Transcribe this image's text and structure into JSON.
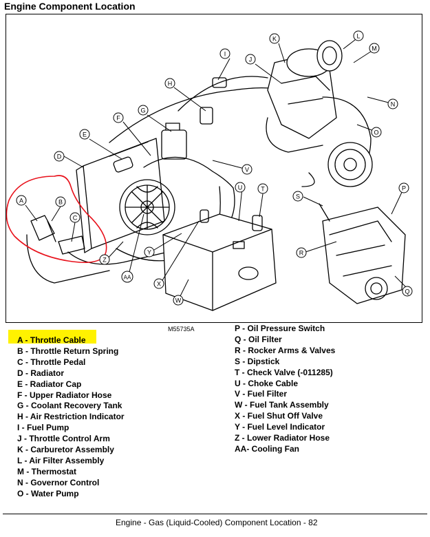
{
  "title": "Engine Component Location",
  "figure_id": "M55735A",
  "callouts": [
    "A",
    "B",
    "C",
    "D",
    "E",
    "F",
    "G",
    "H",
    "I",
    "J",
    "K",
    "L",
    "M",
    "N",
    "O",
    "P",
    "Q",
    "R",
    "S",
    "T",
    "U",
    "V",
    "W",
    "X",
    "Y",
    "Z",
    "AA"
  ],
  "highlighted": "A",
  "legend": {
    "col1": [
      "A - Throttle Cable",
      "B - Throttle Return Spring",
      "C - Throttle Pedal",
      "D - Radiator",
      "E - Radiator Cap",
      "F - Upper Radiator Hose",
      "G - Coolant Recovery Tank",
      "H - Air Restriction Indicator",
      "I  - Fuel Pump",
      "J  - Throttle Control Arm",
      "K - Carburetor Assembly",
      "L  - Air Filter Assembly",
      "M - Thermostat",
      "N - Governor Control",
      "O - Water Pump"
    ],
    "col2": [
      "P - Oil Pressure Switch",
      "Q - Oil Filter",
      "R - Rocker Arms & Valves",
      "S - Dipstick",
      "T - Check Valve (-011285)",
      "U - Choke Cable",
      "V - Fuel Filter",
      "W - Fuel Tank Assembly",
      "X - Fuel Shut Off Valve",
      "Y - Fuel Level Indicator",
      "Z - Lower Radiator Hose",
      "AA- Cooling Fan"
    ]
  },
  "footer": "Engine - Gas (Liquid-Cooled)   Component Location  - 82",
  "colors": {
    "highlight": "#fff200",
    "annotation": "#e8101a",
    "ink": "#000000"
  }
}
